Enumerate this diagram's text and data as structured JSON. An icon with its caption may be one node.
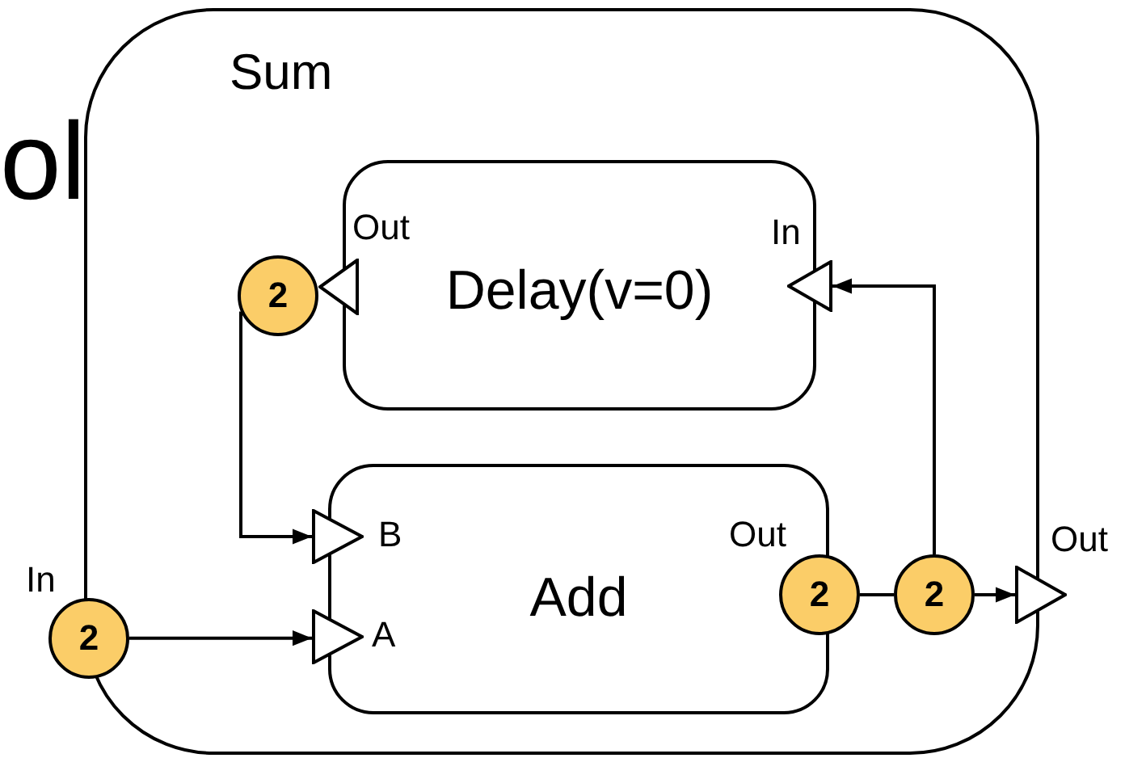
{
  "diagram": {
    "nodes": [
      {
        "text": [
          "Sum",
          "In"
        ]
      },
      {
        "text": [
          "Out",
          "In",
          "Delay(v=0)"
        ],
        "in": 0
      },
      {
        "text": [],
        "shape": "triangle",
        "in": 0
      },
      {
        "text": [],
        "shape": "triangle",
        "in": 0
      },
      {
        "text": [
          "B",
          "Out",
          "Add",
          "A"
        ],
        "in": 0
      },
      {
        "text": [],
        "shape": "triangle",
        "in": 0
      },
      {
        "text": [],
        "shape": "triangle",
        "in": 0
      },
      {
        "text": [
          "Out"
        ]
      },
      {
        "text": [
          "2"
        ],
        "in": 0
      },
      {
        "text": [
          "2"
        ]
      },
      {
        "text": [
          "2"
        ],
        "in": 0
      },
      {
        "text": [
          "2"
        ],
        "in": 0
      }
    ],
    "edges": [
      {
        "from": 9,
        "to": 6,
        "arrow": "to"
      },
      {
        "from": 8,
        "to": 5,
        "arrow": "to"
      },
      {
        "from": 10,
        "to": 11,
        "arrow": "none"
      },
      {
        "from": 11,
        "to": 7,
        "arrow": "to"
      },
      {
        "from": 11,
        "to": 3,
        "arrow": "to"
      }
    ],
    "labels": [
      "ol"
    ]
  }
}
